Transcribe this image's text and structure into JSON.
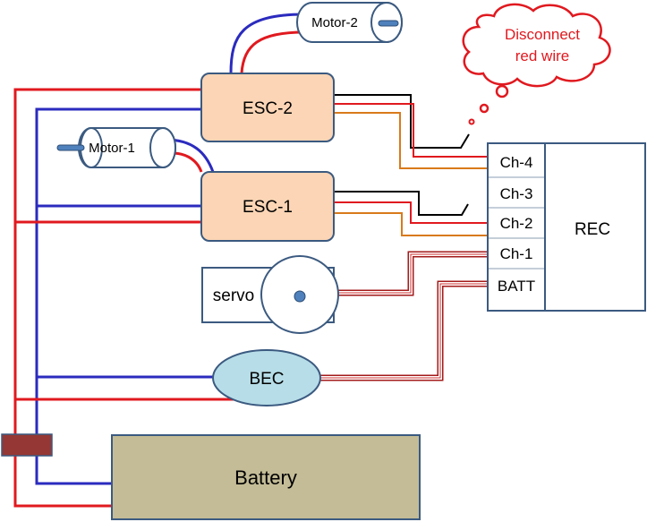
{
  "components": {
    "esc2": "ESC-2",
    "esc1": "ESC-1",
    "motor2": "Motor-2",
    "motor1": "Motor-1",
    "servo": "servo",
    "bec": "BEC",
    "battery": "Battery",
    "receiver": "REC"
  },
  "receiver_channels": [
    "Ch-4",
    "Ch-3",
    "Ch-2",
    "Ch-1",
    "BATT"
  ],
  "callout": {
    "line1": "Disconnect",
    "line2": "red wire"
  },
  "colors": {
    "red_wire": "#e0191f",
    "blue_wire": "#2b2bbf",
    "black_wire": "#000000",
    "orange_wire": "#d97a1a",
    "esc_fill": "#fbd5b5",
    "bec_fill": "#b7dde8",
    "battery_fill": "#c4bc96",
    "outline": "#3b5a80",
    "connector": "#953735",
    "callout_text": "#e0191f"
  }
}
